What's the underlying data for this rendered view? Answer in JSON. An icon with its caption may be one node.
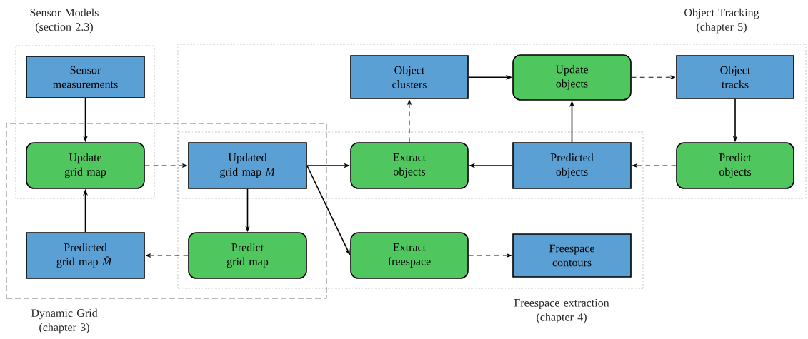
{
  "diagram": {
    "nodes": [
      {
        "text": [
          "Sensor Models (section 2.3)"
        ]
      },
      {
        "text": [
          "Sensor measurements"
        ],
        "in": 0
      },
      {
        "text": [
          "Object Tracking (chapter 5)"
        ]
      },
      {
        "text": [
          "Object clusters"
        ],
        "in": 2
      },
      {
        "text": [
          "Update objects"
        ],
        "in": 2
      },
      {
        "text": [
          "Object tracks"
        ],
        "in": 2
      },
      {
        "text": [
          "Dynamic Grid (chapter 3)"
        ]
      },
      {
        "text": [
          "Update grid map"
        ]
      },
      {
        "text": [
          "Updated grid map *M*"
        ]
      },
      {
        "text": [
          "Freespace extraction (chapter 4)"
        ]
      },
      {
        "text": [
          "Extract objects"
        ]
      },
      {
        "text": [
          "Predicted objects"
        ]
      },
      {
        "text": [
          "Predict objects"
        ],
        "in": 2
      },
      {
        "text": [
          "Predicted grid map *M̄*"
        ],
        "in": 6
      },
      {
        "text": [
          "Predict grid map"
        ]
      },
      {
        "text": [
          "Extract freespace"
        ],
        "in": 9
      },
      {
        "text": [
          "Freespace contours"
        ],
        "in": 9
      }
    ],
    "edges": [
      {
        "from": 1,
        "to": 7,
        "arrow": "to"
      },
      {
        "from": 7,
        "to": 8,
        "arrow": "to",
        "style": "dashed"
      },
      {
        "from": 8,
        "to": 10,
        "arrow": "to"
      },
      {
        "from": 8,
        "to": 14,
        "arrow": "to"
      },
      {
        "from": 8,
        "to": 15,
        "arrow": "to"
      },
      {
        "from": 13,
        "to": 7,
        "arrow": "to"
      },
      {
        "from": 14,
        "to": 13,
        "arrow": "to",
        "style": "dashed"
      },
      {
        "from": 10,
        "to": 3,
        "arrow": "to",
        "style": "dashed"
      },
      {
        "from": 3,
        "to": 4,
        "arrow": "to"
      },
      {
        "from": 4,
        "to": 5,
        "arrow": "to",
        "style": "dashed"
      },
      {
        "from": 5,
        "to": 12,
        "arrow": "to"
      },
      {
        "from": 12,
        "to": 11,
        "arrow": "to",
        "style": "dashed"
      },
      {
        "from": 11,
        "to": 10,
        "arrow": "to"
      },
      {
        "from": 11,
        "to": 4,
        "arrow": "to"
      },
      {
        "from": 15,
        "to": 16,
        "arrow": "to",
        "style": "dashed"
      }
    ]
  }
}
